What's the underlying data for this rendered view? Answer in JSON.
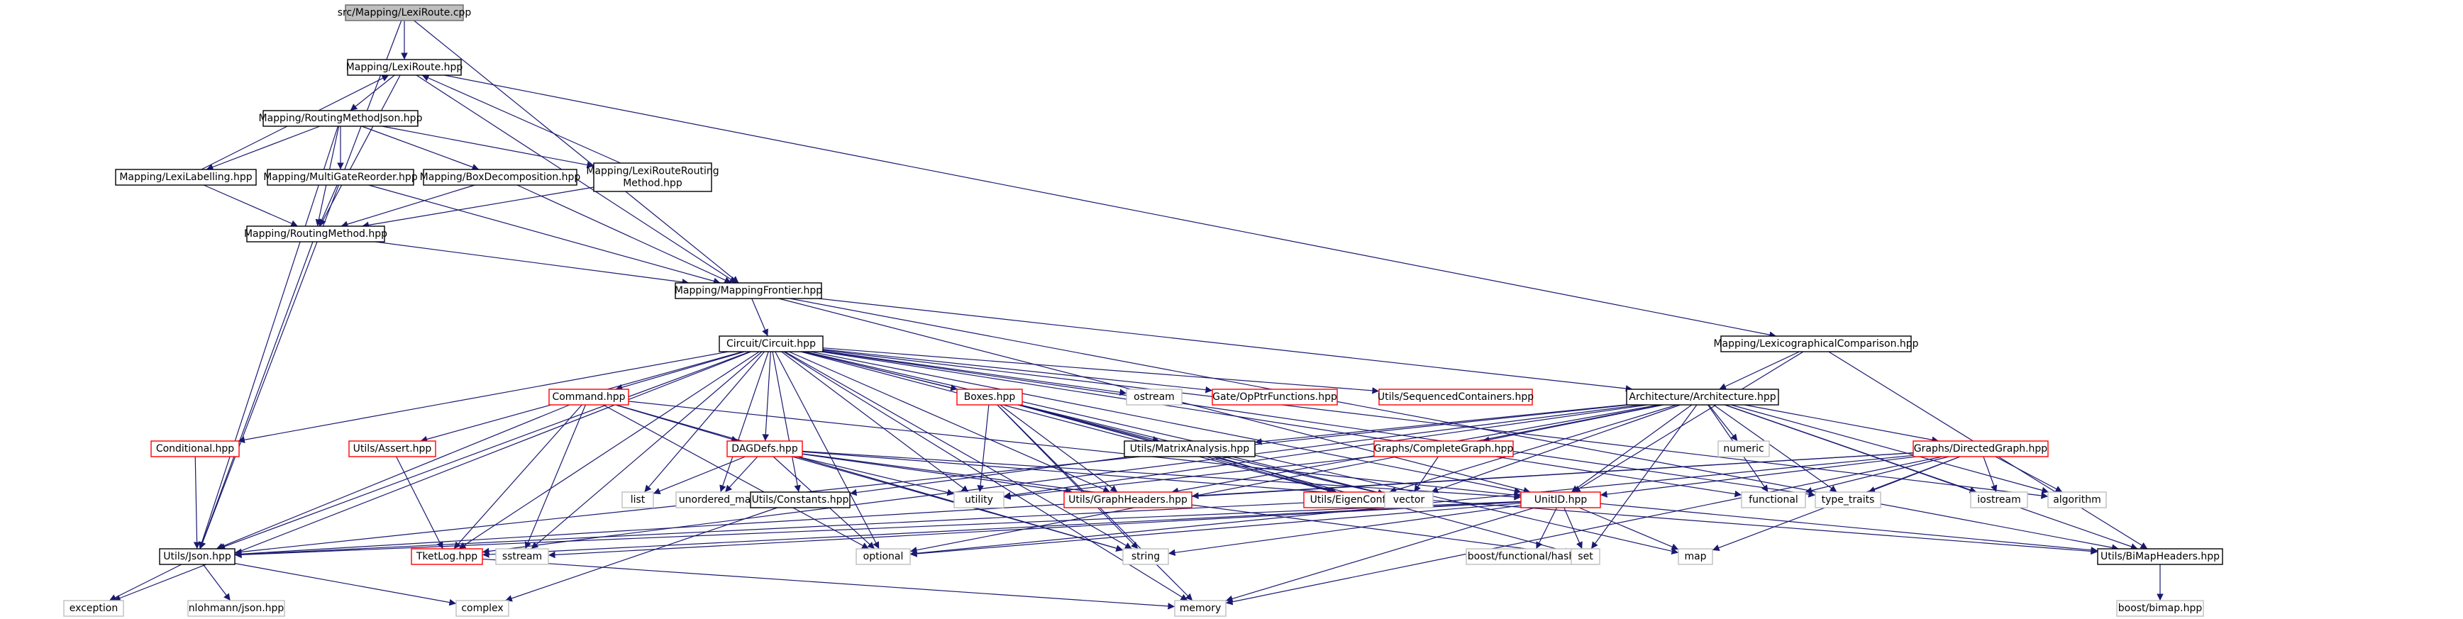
{
  "nodes": [
    {
      "id": "root",
      "label": [
        "src/Mapping/LexiRoute.cpp"
      ],
      "kind": "root",
      "interactable": false
    },
    {
      "id": "lexiroute_hpp",
      "label": [
        "Mapping/LexiRoute.hpp"
      ],
      "kind": "black",
      "interactable": true
    },
    {
      "id": "routingmethodjson",
      "label": [
        "Mapping/RoutingMethodJson.hpp"
      ],
      "kind": "black",
      "interactable": true
    },
    {
      "id": "lexilabelling",
      "label": [
        "Mapping/LexiLabelling.hpp"
      ],
      "kind": "black",
      "interactable": true
    },
    {
      "id": "multigatereorder",
      "label": [
        "Mapping/MultiGateReorder.hpp"
      ],
      "kind": "black",
      "interactable": true
    },
    {
      "id": "boxdecomposition",
      "label": [
        "Mapping/BoxDecomposition.hpp"
      ],
      "kind": "black",
      "interactable": true
    },
    {
      "id": "lexirouteroutingmethod",
      "label": [
        "Mapping/LexiRouteRouting",
        "Method.hpp"
      ],
      "kind": "black",
      "interactable": true
    },
    {
      "id": "routingmethod",
      "label": [
        "Mapping/RoutingMethod.hpp"
      ],
      "kind": "black",
      "interactable": true
    },
    {
      "id": "mappingfrontier",
      "label": [
        "Mapping/MappingFrontier.hpp"
      ],
      "kind": "black",
      "interactable": true
    },
    {
      "id": "circuit",
      "label": [
        "Circuit/Circuit.hpp"
      ],
      "kind": "black",
      "interactable": true
    },
    {
      "id": "lexcomparison",
      "label": [
        "Mapping/LexicographicalComparison.hpp"
      ],
      "kind": "black",
      "interactable": true
    },
    {
      "id": "architecture",
      "label": [
        "Architecture/Architecture.hpp"
      ],
      "kind": "black",
      "interactable": true
    },
    {
      "id": "command",
      "label": [
        "Command.hpp"
      ],
      "kind": "red",
      "interactable": true
    },
    {
      "id": "boxes",
      "label": [
        "Boxes.hpp"
      ],
      "kind": "red",
      "interactable": true
    },
    {
      "id": "ostream",
      "label": [
        "ostream"
      ],
      "kind": "grey",
      "interactable": false
    },
    {
      "id": "gateopptr",
      "label": [
        "Gate/OpPtrFunctions.hpp"
      ],
      "kind": "red",
      "interactable": true
    },
    {
      "id": "seqcontainers",
      "label": [
        "Utils/SequencedContainers.hpp"
      ],
      "kind": "red",
      "interactable": true
    },
    {
      "id": "conditional",
      "label": [
        "Conditional.hpp"
      ],
      "kind": "red",
      "interactable": true
    },
    {
      "id": "utilsassert",
      "label": [
        "Utils/Assert.hpp"
      ],
      "kind": "red",
      "interactable": true
    },
    {
      "id": "dagdefs",
      "label": [
        "DAGDefs.hpp"
      ],
      "kind": "red",
      "interactable": true
    },
    {
      "id": "matrixanalysis",
      "label": [
        "Utils/MatrixAnalysis.hpp"
      ],
      "kind": "black",
      "interactable": true
    },
    {
      "id": "numeric",
      "label": [
        "numeric"
      ],
      "kind": "grey",
      "interactable": false
    },
    {
      "id": "completegraph",
      "label": [
        "Graphs/CompleteGraph.hpp"
      ],
      "kind": "red",
      "interactable": true
    },
    {
      "id": "directedgraph",
      "label": [
        "Graphs/DirectedGraph.hpp"
      ],
      "kind": "red",
      "interactable": true
    },
    {
      "id": "list",
      "label": [
        "list"
      ],
      "kind": "grey",
      "interactable": false
    },
    {
      "id": "unordered_map",
      "label": [
        "unordered_map"
      ],
      "kind": "grey",
      "interactable": false
    },
    {
      "id": "utilsconstants",
      "label": [
        "Utils/Constants.hpp"
      ],
      "kind": "black",
      "interactable": true
    },
    {
      "id": "utility",
      "label": [
        "utility"
      ],
      "kind": "grey",
      "interactable": false
    },
    {
      "id": "graphheaders",
      "label": [
        "Utils/GraphHeaders.hpp"
      ],
      "kind": "red",
      "interactable": true
    },
    {
      "id": "eigenconfig",
      "label": [
        "Utils/EigenConfig.hpp"
      ],
      "kind": "red",
      "interactable": true
    },
    {
      "id": "vector",
      "label": [
        "vector"
      ],
      "kind": "grey",
      "interactable": false
    },
    {
      "id": "unitid",
      "label": [
        "UnitID.hpp"
      ],
      "kind": "red",
      "interactable": true
    },
    {
      "id": "functional",
      "label": [
        "functional"
      ],
      "kind": "grey",
      "interactable": false
    },
    {
      "id": "type_traits",
      "label": [
        "type_traits"
      ],
      "kind": "grey",
      "interactable": false
    },
    {
      "id": "iostream",
      "label": [
        "iostream"
      ],
      "kind": "grey",
      "interactable": false
    },
    {
      "id": "algorithm",
      "label": [
        "algorithm"
      ],
      "kind": "grey",
      "interactable": false
    },
    {
      "id": "utilsjson",
      "label": [
        "Utils/Json.hpp"
      ],
      "kind": "black",
      "interactable": true
    },
    {
      "id": "tketlog",
      "label": [
        "TketLog.hpp"
      ],
      "kind": "red",
      "interactable": true
    },
    {
      "id": "sstream",
      "label": [
        "sstream"
      ],
      "kind": "grey",
      "interactable": false
    },
    {
      "id": "optional",
      "label": [
        "optional"
      ],
      "kind": "grey",
      "interactable": false
    },
    {
      "id": "string",
      "label": [
        "string"
      ],
      "kind": "grey",
      "interactable": false
    },
    {
      "id": "boosthash",
      "label": [
        "boost/functional/hash.hpp"
      ],
      "kind": "grey",
      "interactable": false
    },
    {
      "id": "set",
      "label": [
        "set"
      ],
      "kind": "grey",
      "interactable": false
    },
    {
      "id": "map",
      "label": [
        "map"
      ],
      "kind": "grey",
      "interactable": false
    },
    {
      "id": "bimapheaders",
      "label": [
        "Utils/BiMapHeaders.hpp"
      ],
      "kind": "black",
      "interactable": true
    },
    {
      "id": "exception",
      "label": [
        "exception"
      ],
      "kind": "grey",
      "interactable": false
    },
    {
      "id": "nlohmann",
      "label": [
        "nlohmann/json.hpp"
      ],
      "kind": "grey",
      "interactable": false
    },
    {
      "id": "complex",
      "label": [
        "complex"
      ],
      "kind": "grey",
      "interactable": false
    },
    {
      "id": "memory",
      "label": [
        "memory"
      ],
      "kind": "grey",
      "interactable": false
    },
    {
      "id": "boostbimap",
      "label": [
        "boost/bimap.hpp"
      ],
      "kind": "grey",
      "interactable": false
    }
  ],
  "edges": [
    [
      "root",
      "lexiroute_hpp"
    ],
    [
      "root",
      "mappingfrontier"
    ],
    [
      "root",
      "utilsjson"
    ],
    [
      "lexiroute_hpp",
      "routingmethodjson"
    ],
    [
      "lexiroute_hpp",
      "routingmethod"
    ],
    [
      "lexiroute_hpp",
      "mappingfrontier"
    ],
    [
      "lexiroute_hpp",
      "lexcomparison"
    ],
    [
      "routingmethodjson",
      "lexilabelling"
    ],
    [
      "routingmethodjson",
      "multigatereorder"
    ],
    [
      "routingmethodjson",
      "boxdecomposition"
    ],
    [
      "routingmethodjson",
      "lexirouteroutingmethod"
    ],
    [
      "routingmethodjson",
      "routingmethod"
    ],
    [
      "routingmethodjson",
      "utilsjson"
    ],
    [
      "lexilabelling",
      "lexiroute_hpp"
    ],
    [
      "lexilabelling",
      "routingmethod"
    ],
    [
      "multigatereorder",
      "routingmethod"
    ],
    [
      "multigatereorder",
      "mappingfrontier"
    ],
    [
      "boxdecomposition",
      "routingmethod"
    ],
    [
      "boxdecomposition",
      "mappingfrontier"
    ],
    [
      "lexirouteroutingmethod",
      "lexiroute_hpp"
    ],
    [
      "lexirouteroutingmethod",
      "routingmethod"
    ],
    [
      "routingmethod",
      "mappingfrontier"
    ],
    [
      "routingmethod",
      "utilsjson"
    ],
    [
      "mappingfrontier",
      "circuit"
    ],
    [
      "mappingfrontier",
      "architecture"
    ],
    [
      "mappingfrontier",
      "unitid"
    ],
    [
      "mappingfrontier",
      "bimapheaders"
    ],
    [
      "lexcomparison",
      "architecture"
    ],
    [
      "lexcomparison",
      "unitid"
    ],
    [
      "lexcomparison",
      "bimapheaders"
    ],
    [
      "circuit",
      "command"
    ],
    [
      "circuit",
      "boxes"
    ],
    [
      "circuit",
      "ostream"
    ],
    [
      "circuit",
      "gateopptr"
    ],
    [
      "circuit",
      "seqcontainers"
    ],
    [
      "circuit",
      "conditional"
    ],
    [
      "circuit",
      "utilsassert"
    ],
    [
      "circuit",
      "dagdefs"
    ],
    [
      "circuit",
      "list"
    ],
    [
      "circuit",
      "unordered_map"
    ],
    [
      "circuit",
      "utilsconstants"
    ],
    [
      "circuit",
      "utility"
    ],
    [
      "circuit",
      "graphheaders"
    ],
    [
      "circuit",
      "eigenconfig"
    ],
    [
      "circuit",
      "vector"
    ],
    [
      "circuit",
      "unitid"
    ],
    [
      "circuit",
      "functional"
    ],
    [
      "circuit",
      "type_traits"
    ],
    [
      "circuit",
      "algorithm"
    ],
    [
      "circuit",
      "utilsjson"
    ],
    [
      "circuit",
      "tketlog"
    ],
    [
      "circuit",
      "sstream"
    ],
    [
      "circuit",
      "optional"
    ],
    [
      "circuit",
      "string"
    ],
    [
      "circuit",
      "map"
    ],
    [
      "circuit",
      "exception"
    ],
    [
      "circuit",
      "memory"
    ],
    [
      "command",
      "dagdefs"
    ],
    [
      "command",
      "unitid"
    ],
    [
      "command",
      "utilsjson"
    ],
    [
      "command",
      "tketlog"
    ],
    [
      "command",
      "sstream"
    ],
    [
      "command",
      "optional"
    ],
    [
      "command",
      "string"
    ],
    [
      "boxes",
      "matrixanalysis"
    ],
    [
      "boxes",
      "graphheaders"
    ],
    [
      "boxes",
      "eigenconfig"
    ],
    [
      "boxes",
      "utility"
    ],
    [
      "boxes",
      "string"
    ],
    [
      "boxes",
      "memory"
    ],
    [
      "boxes",
      "set"
    ],
    [
      "conditional",
      "utilsjson"
    ],
    [
      "utilsassert",
      "tketlog"
    ],
    [
      "dagdefs",
      "list"
    ],
    [
      "dagdefs",
      "unordered_map"
    ],
    [
      "dagdefs",
      "utility"
    ],
    [
      "dagdefs",
      "graphheaders"
    ],
    [
      "dagdefs",
      "unitid"
    ],
    [
      "dagdefs",
      "optional"
    ],
    [
      "dagdefs",
      "string"
    ],
    [
      "dagdefs",
      "bimapheaders"
    ],
    [
      "dagdefs",
      "set"
    ],
    [
      "architecture",
      "matrixanalysis"
    ],
    [
      "architecture",
      "numeric"
    ],
    [
      "architecture",
      "completegraph"
    ],
    [
      "architecture",
      "directedgraph"
    ],
    [
      "architecture",
      "utility"
    ],
    [
      "architecture",
      "graphheaders"
    ],
    [
      "architecture",
      "eigenconfig"
    ],
    [
      "architecture",
      "vector"
    ],
    [
      "architecture",
      "unitid"
    ],
    [
      "architecture",
      "functional"
    ],
    [
      "architecture",
      "type_traits"
    ],
    [
      "architecture",
      "iostream"
    ],
    [
      "architecture",
      "algorithm"
    ],
    [
      "architecture",
      "utilsjson"
    ],
    [
      "architecture",
      "tketlog"
    ],
    [
      "architecture",
      "optional"
    ],
    [
      "architecture",
      "set"
    ],
    [
      "architecture",
      "bimapheaders"
    ],
    [
      "matrixanalysis",
      "utilsconstants"
    ],
    [
      "matrixanalysis",
      "eigenconfig"
    ],
    [
      "matrixanalysis",
      "vector"
    ],
    [
      "completegraph",
      "vector"
    ],
    [
      "completegraph",
      "utility"
    ],
    [
      "directedgraph",
      "graphheaders"
    ],
    [
      "directedgraph",
      "unitid"
    ],
    [
      "directedgraph",
      "functional"
    ],
    [
      "directedgraph",
      "type_traits"
    ],
    [
      "directedgraph",
      "iostream"
    ],
    [
      "directedgraph",
      "algorithm"
    ],
    [
      "directedgraph",
      "utilsjson"
    ],
    [
      "directedgraph",
      "optional"
    ],
    [
      "directedgraph",
      "map"
    ],
    [
      "directedgraph",
      "memory"
    ],
    [
      "utilsconstants",
      "complex"
    ],
    [
      "eigenconfig",
      "utilsjson"
    ],
    [
      "unitid",
      "utilsjson"
    ],
    [
      "unitid",
      "tketlog"
    ],
    [
      "unitid",
      "sstream"
    ],
    [
      "unitid",
      "optional"
    ],
    [
      "unitid",
      "string"
    ],
    [
      "unitid",
      "boosthash"
    ],
    [
      "unitid",
      "set"
    ],
    [
      "unitid",
      "map"
    ],
    [
      "unitid",
      "memory"
    ],
    [
      "unitid",
      "bimapheaders"
    ],
    [
      "utilsjson",
      "exception"
    ],
    [
      "utilsjson",
      "nlohmann"
    ],
    [
      "utilsjson",
      "complex"
    ],
    [
      "tketlog",
      "memory"
    ],
    [
      "bimapheaders",
      "boostbimap"
    ]
  ]
}
